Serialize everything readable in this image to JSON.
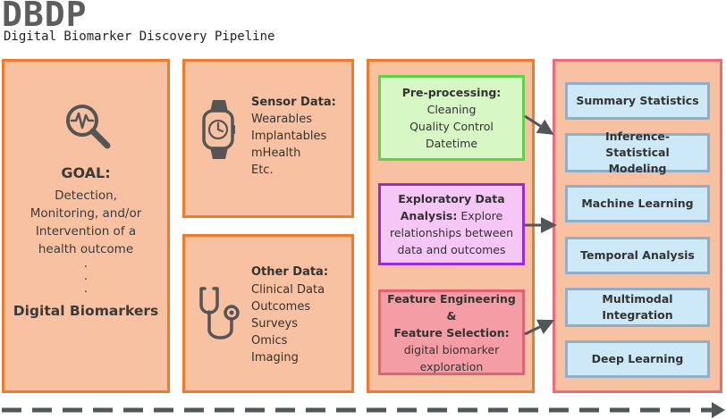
{
  "header": {
    "logo": "DBDP",
    "subtitle": "Digital Biomarker Discovery Pipeline"
  },
  "goal": {
    "icon": "magnifier-waveform-icon",
    "title": "GOAL:",
    "lines": [
      "Detection,",
      "Monitoring, and/or",
      "Intervention of a",
      "health outcome"
    ],
    "dots": [
      ".",
      ".",
      "."
    ],
    "footer": "Digital Biomarkers"
  },
  "sensor_data": {
    "icon": "smartwatch-icon",
    "title": "Sensor Data:",
    "items": [
      "Wearables",
      "Implantables",
      "mHealth",
      "Etc."
    ]
  },
  "other_data": {
    "icon": "stethoscope-icon",
    "title": "Other Data:",
    "items": [
      "Clinical Data",
      "Outcomes",
      "Surveys",
      "Omics",
      "Imaging"
    ]
  },
  "steps": [
    {
      "title": "Pre-processing:",
      "lines": [
        "Cleaning",
        "Quality Control",
        "Datetime"
      ],
      "border": "#5fd24a",
      "fill": "#d7f7c4"
    },
    {
      "title_a": "Exploratory Data",
      "title_b": "Analysis:",
      "tail_b": " Explore",
      "lines": [
        "relationships between",
        "data and outcomes"
      ],
      "border": "#9a2bd0",
      "fill": "#f6c6f6"
    },
    {
      "title_a": "Feature Engineering &",
      "title_b": "Feature Selection:",
      "lines": [
        "digital biomarker",
        "exploration"
      ],
      "border": "#e06274",
      "fill": "#f49da5"
    }
  ],
  "methods": [
    "Summary Statistics",
    "Inference- Statistical Modeling",
    "Machine Learning",
    "Temporal Analysis",
    "Multimodal Integration",
    "Deep Learning"
  ],
  "colors": {
    "panel_fill": "#f8c2a2",
    "panel_border": "#ef7a2c",
    "output_border": "#ee6a7a",
    "method_fill": "#cde8f7",
    "method_border": "#8eaec9",
    "arrow": "#4f5759"
  }
}
